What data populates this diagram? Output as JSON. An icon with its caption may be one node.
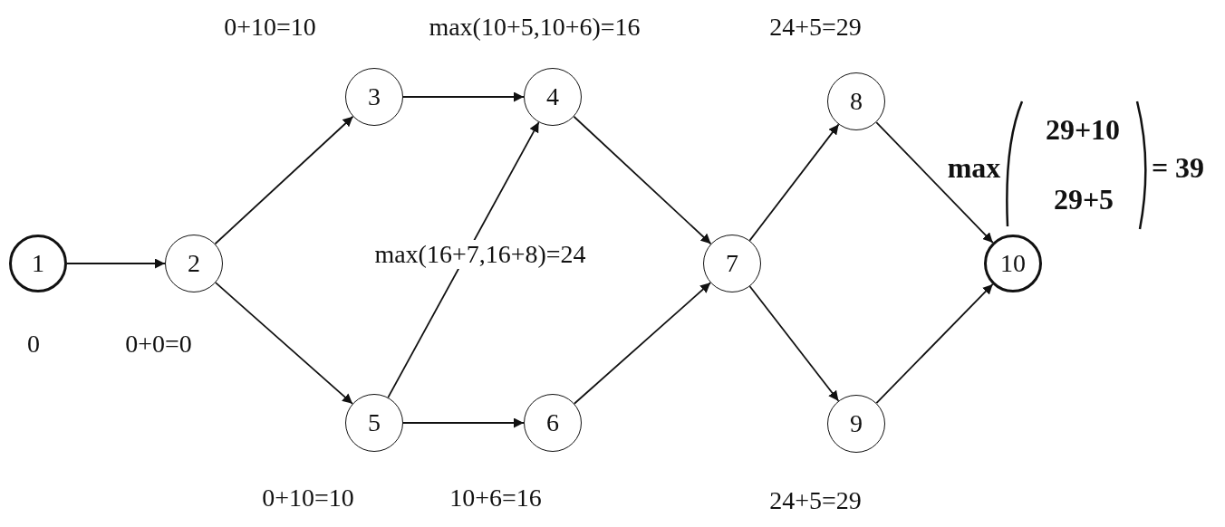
{
  "diagram": {
    "nodes": [
      {
        "text": [
          "1"
        ]
      },
      {
        "text": [
          "2"
        ]
      },
      {
        "text": [
          "3"
        ]
      },
      {
        "text": [
          "4"
        ]
      },
      {
        "text": [
          "5"
        ]
      },
      {
        "text": [
          "6"
        ]
      },
      {
        "text": [
          "7"
        ]
      },
      {
        "text": [
          "8"
        ]
      },
      {
        "text": [
          "9"
        ]
      },
      {
        "text": [
          "10"
        ]
      }
    ],
    "edges": [
      {
        "from": 0,
        "to": 1,
        "arrow": "to"
      },
      {
        "from": 1,
        "to": 2,
        "arrow": "to"
      },
      {
        "from": 1,
        "to": 4,
        "arrow": "to"
      },
      {
        "from": 2,
        "to": 3,
        "arrow": "to"
      },
      {
        "from": 4,
        "to": 3,
        "arrow": "to"
      },
      {
        "from": 4,
        "to": 5,
        "arrow": "to"
      },
      {
        "from": 3,
        "to": 6,
        "arrow": "to"
      },
      {
        "from": 5,
        "to": 6,
        "arrow": "to"
      },
      {
        "from": 6,
        "to": 7,
        "arrow": "to"
      },
      {
        "from": 6,
        "to": 8,
        "arrow": "to"
      },
      {
        "from": 7,
        "to": 9,
        "arrow": "to"
      },
      {
        "from": 8,
        "to": 9,
        "arrow": "to"
      }
    ],
    "labels": [
      "0+10=10",
      "max(10+5,10+6)=16",
      "24+5=29",
      "max",
      "29+10",
      "29+5",
      "= 39",
      "max(16+7,16+8)=24",
      "0",
      "0+0=0",
      "0+10=10",
      "10+6=16",
      "24+5=29"
    ]
  }
}
